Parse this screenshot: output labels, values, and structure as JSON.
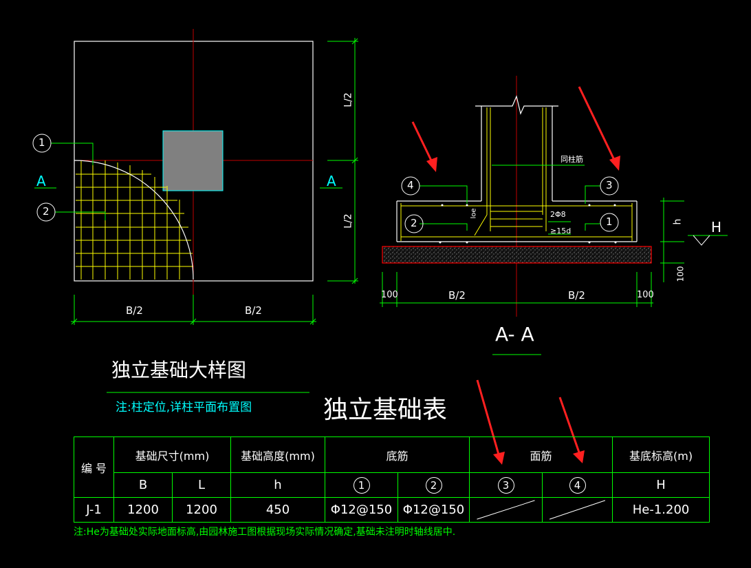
{
  "plan": {
    "labels": {
      "b_half_left": "B/2",
      "b_half_right": "B/2",
      "l_half_top": "L/2",
      "l_half_bottom": "L/2"
    },
    "markers": {
      "rebar_1": "1",
      "rebar_2": "2"
    },
    "section_left": "A",
    "section_right": "A"
  },
  "section": {
    "title": "A- A",
    "column_rebar_note": "同柱筋",
    "anchor_label": "loe",
    "stirrup_label": "2Φ8",
    "hook_label": "≥15d",
    "markers": {
      "m4": "4",
      "m3": "3",
      "m2": "2",
      "m1": "1"
    },
    "dims": {
      "left_100": "100",
      "b_half_left": "B/2",
      "b_half_right": "B/2",
      "right_100": "100",
      "h": "h",
      "bottom_100": "100"
    },
    "elevation": "H"
  },
  "detail_title": "独立基础大样图",
  "detail_note": "注:柱定位,详柱平面布置图",
  "table_title": "独立基础表",
  "table": {
    "col_no": "编 号",
    "col_size": "基础尺寸(mm)",
    "col_height": "基础高度(mm)",
    "col_bottom": "底筋",
    "col_top": "面筋",
    "col_elev": "基底标高(m)",
    "sub_b": "B",
    "sub_l": "L",
    "sub_h": "h",
    "sub_1": "1",
    "sub_2": "2",
    "sub_3": "3",
    "sub_4": "4",
    "sub_elev": "H",
    "rows": [
      {
        "no": "J-1",
        "b": "1200",
        "l": "1200",
        "h": "450",
        "r1": "Φ12@150",
        "r2": "Φ12@150",
        "r3": "",
        "r4": "",
        "elev": "He-1.200"
      }
    ]
  },
  "footnote": "注:He为基础处实际地面标高,由园林施工图根据现场实际情况确定,基础未注明时轴线居中.",
  "colors": {
    "white": "#ffffff",
    "green": "#00ff00",
    "cyan": "#00ffff",
    "red": "#ff0000",
    "yellow": "#ffff00",
    "gray": "#808080"
  }
}
